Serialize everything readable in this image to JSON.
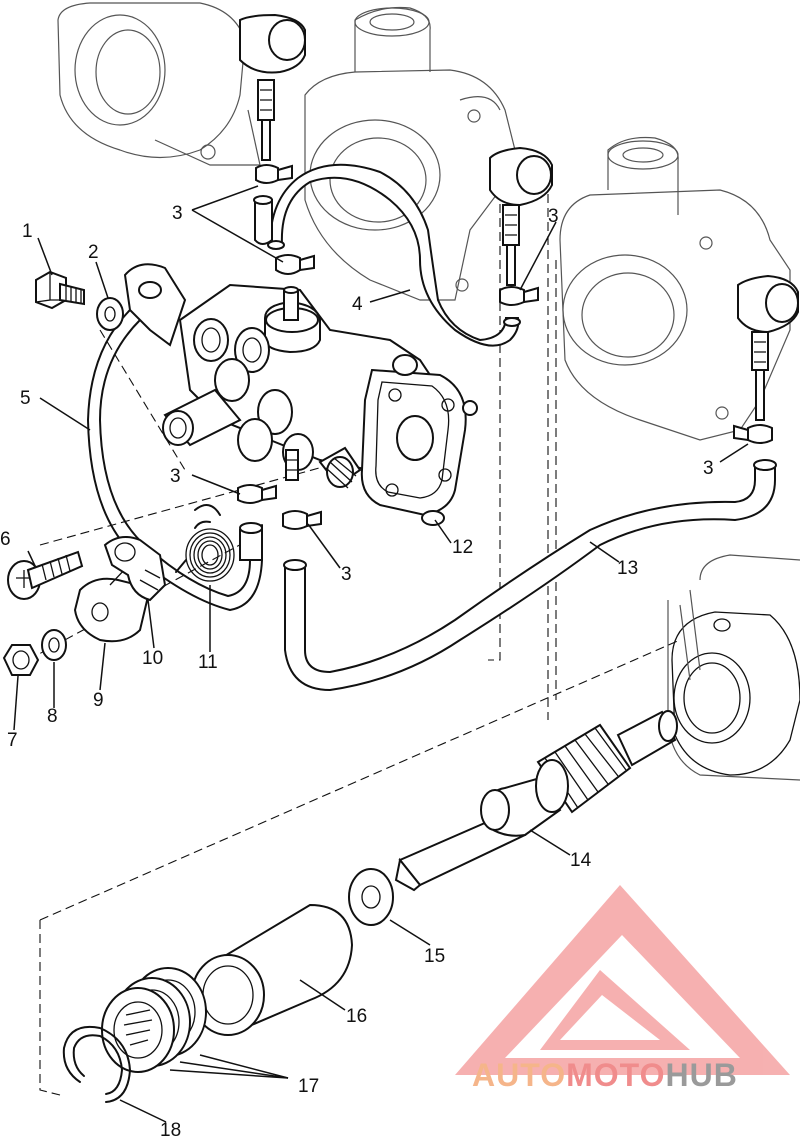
{
  "diagram": {
    "part_numbers": [
      "1",
      "2",
      "3",
      "4",
      "5",
      "6",
      "7",
      "8",
      "9",
      "10",
      "11",
      "12",
      "13",
      "14",
      "15",
      "16",
      "17",
      "18"
    ]
  },
  "watermark": {
    "segments": [
      {
        "text": "AUTO",
        "color": "#f5b58a"
      },
      {
        "text": "MOTO",
        "color": "#f08c8c"
      },
      {
        "text": "HUB",
        "color": "#9a9a9a"
      }
    ],
    "logo_color": "#f47a7a",
    "logo_name": "triangle-m-logo"
  }
}
